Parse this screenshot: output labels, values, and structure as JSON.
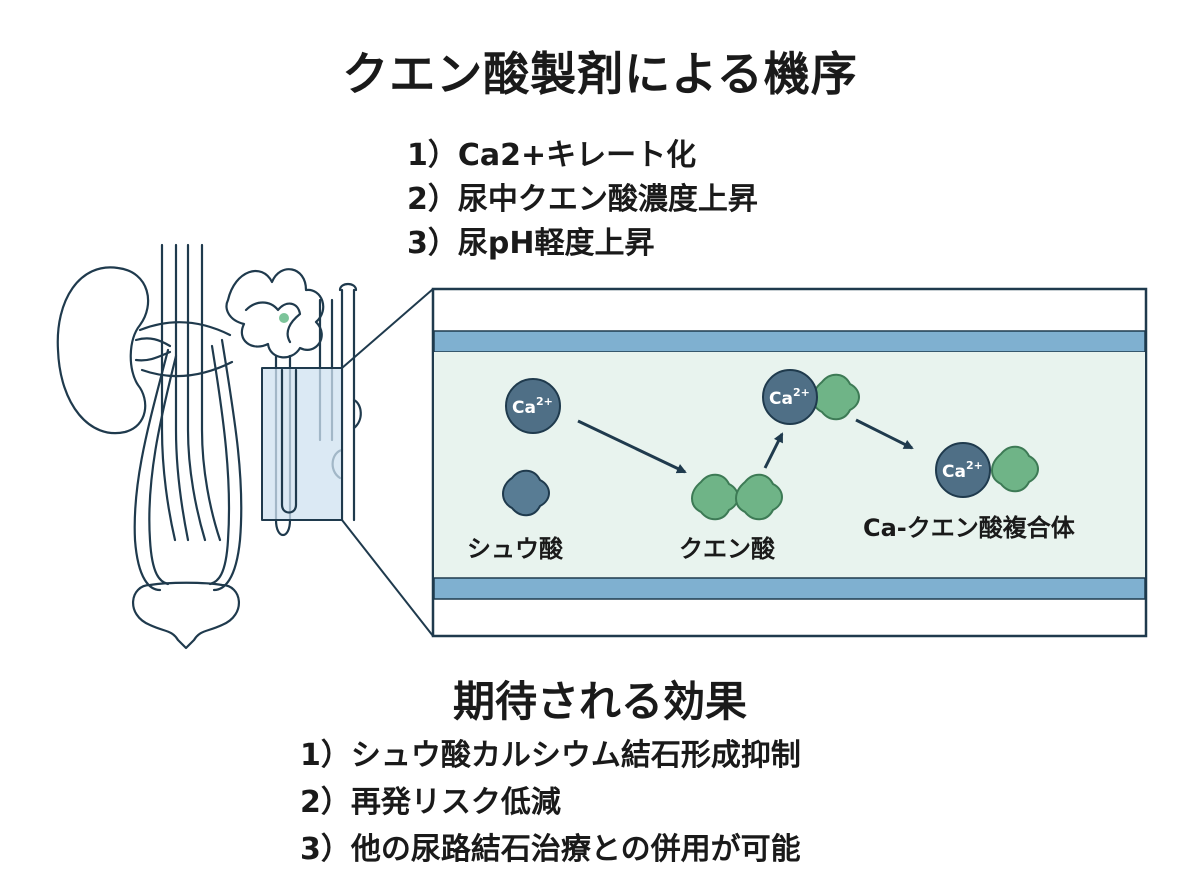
{
  "title": "クエン酸製剤による機序",
  "mechanisms": [
    "1）Ca2+キレート化",
    "2）尿中クエン酸濃度上昇",
    "3）尿pH軽度上昇"
  ],
  "diagram": {
    "molecules": {
      "calcium": {
        "base": "Ca",
        "charge": "2+"
      },
      "oxalate": "シュウ酸",
      "citrate": "クエン酸",
      "complex": "Ca-クエン酸複合体"
    },
    "colors": {
      "outline": "#1f3a4d",
      "tube_wall": "#7fb0d0",
      "tube_lumen": "#e8f3ee",
      "calcium": "#4f6f86",
      "oxalate": "#587c94",
      "citrate": "#6fb487",
      "zoom_box": "#cfe2f0"
    },
    "icons": [
      "kidney-icon",
      "nephron-icon",
      "bladder-icon"
    ]
  },
  "effects_title": "期待される効果",
  "effects": [
    "1）シュウ酸カルシウム結石形成抑制",
    "2）再発リスク低減",
    "3）他の尿路結石治療との併用が可能"
  ]
}
